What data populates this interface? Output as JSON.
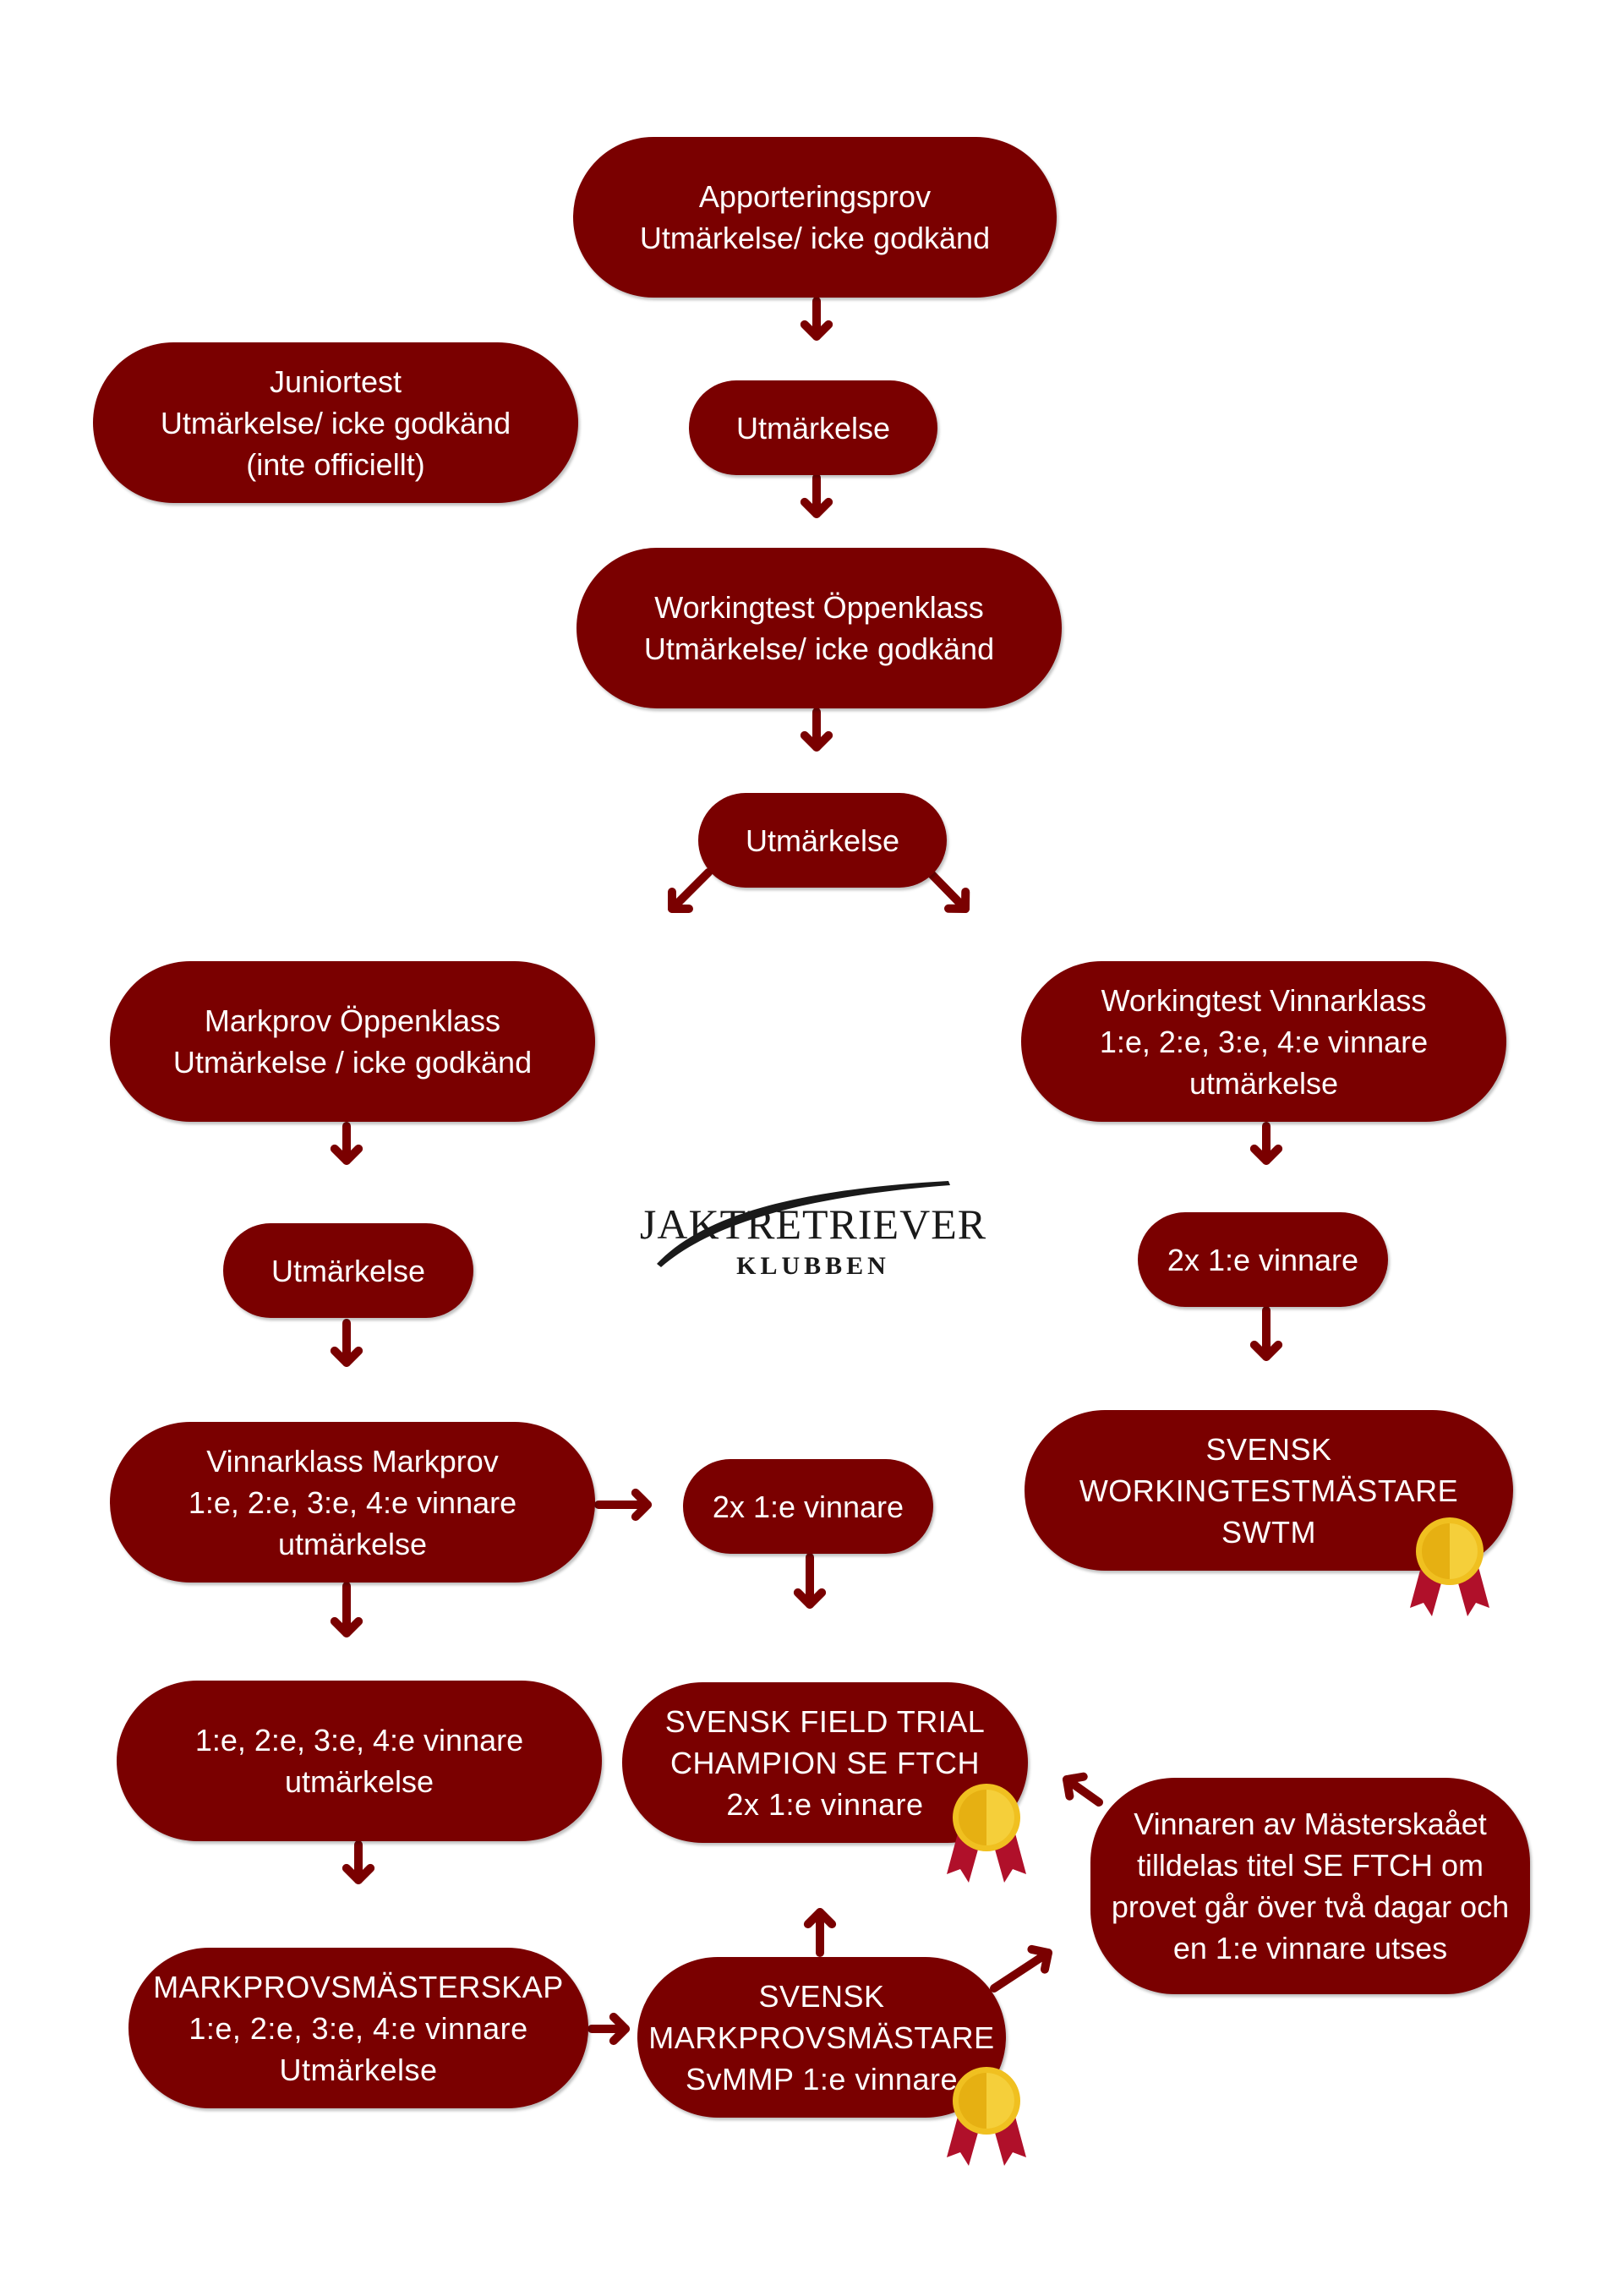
{
  "colors": {
    "box": "#7a0000",
    "arrow": "#7a0000",
    "text": "#ffffff",
    "medal": "#f0c020",
    "ribbon": "#b0102a"
  },
  "nodes": {
    "apporteringsprov": [
      "Apporteringsprov",
      "Utmärkelse/ icke godkänd"
    ],
    "juniortest": [
      "Juniortest",
      "Utmärkelse/ icke godkänd",
      "(inte officiellt)"
    ],
    "utm1": [
      "Utmärkelse"
    ],
    "working_open": [
      "Workingtest Öppenklass",
      "Utmärkelse/ icke godkänd"
    ],
    "utm2": [
      "Utmärkelse"
    ],
    "markprov_open": [
      "Markprov Öppenklass",
      "Utmärkelse / icke godkänd"
    ],
    "working_winner": [
      "Workingtest Vinnarklass",
      "1:e, 2:e, 3:e, 4:e vinnare",
      "utmärkelse"
    ],
    "utm3": [
      "Utmärkelse"
    ],
    "twox_right": [
      "2x 1:e vinnare"
    ],
    "vinnarklass_markprov": [
      "Vinnarklass Markprov",
      "1:e, 2:e, 3:e, 4:e vinnare",
      "utmärkelse"
    ],
    "twox_mid": [
      "2x 1:e vinnare"
    ],
    "swtm": [
      "SVENSK",
      "WORKINGTESTMÄSTARE",
      "SWTM"
    ],
    "winners": [
      "1:e, 2:e, 3:e, 4:e vinnare",
      "utmärkelse"
    ],
    "se_ftch": [
      "SVENSK FIELD TRIAL",
      "CHAMPION SE FTCH",
      "2x 1:e vinnare"
    ],
    "masterskaaet": [
      "Vinnaren av Mästerskaået",
      "tilldelas titel SE FTCH om",
      "provet går över två dagar och",
      "en 1:e vinnare utses"
    ],
    "markprovsmasterskap": [
      "MARKPROVSMÄSTERSKAP",
      "1:e, 2:e, 3:e, 4:e vinnare",
      "Utmärkelse"
    ],
    "svmmp": [
      "SVENSK",
      "MARKPROVSMÄSTARE",
      "SvMMP 1:e vinnare"
    ]
  },
  "logo": {
    "main": "JAKTRETRIEVER",
    "sub": "KLUBBEN"
  },
  "badges": [
    "medal-ribbon-icon",
    "medal-ribbon-icon",
    "medal-ribbon-icon"
  ]
}
